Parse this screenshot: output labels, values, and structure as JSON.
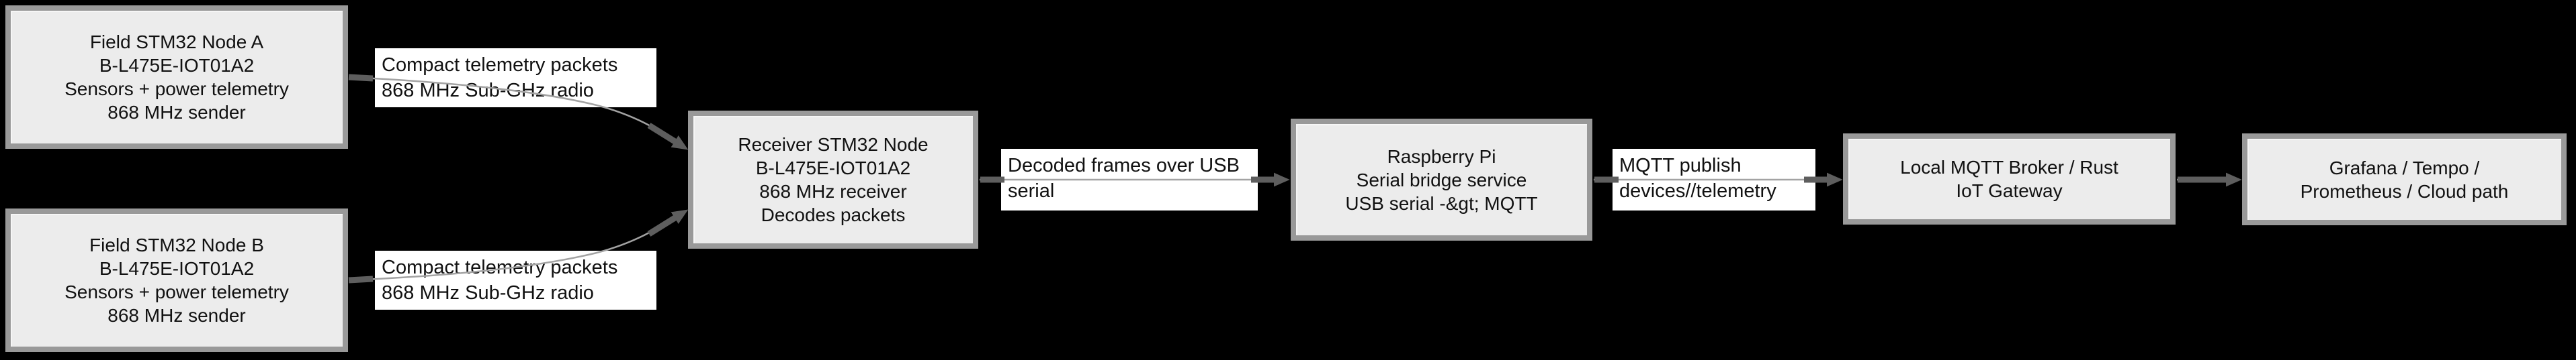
{
  "diagram": {
    "background": "#000000",
    "node_fill": "#ececec",
    "node_border": "#999999",
    "node_text_color": "#111111",
    "edge_line_color": "#a3a3a3",
    "edge_arrow_color": "#5e5e5e",
    "edge_label_bg": "#ffffff"
  },
  "nodes": [
    {
      "id": "field-stm32-node-a",
      "lines": [
        "Field STM32 Node A",
        "B-L475E-IOT01A2",
        "Sensors + power telemetry",
        "868 MHz sender"
      ]
    },
    {
      "id": "field-stm32-node-b",
      "lines": [
        "Field STM32 Node B",
        "B-L475E-IOT01A2",
        "Sensors + power telemetry",
        "868 MHz sender"
      ]
    },
    {
      "id": "receiver-stm32-node",
      "lines": [
        "Receiver STM32 Node",
        "B-L475E-IOT01A2",
        "868 MHz receiver",
        "Decodes packets"
      ]
    },
    {
      "id": "raspberry-pi",
      "lines": [
        "Raspberry Pi",
        "Serial bridge service",
        "USB serial -&gt; MQTT"
      ]
    },
    {
      "id": "local-mqtt-broker",
      "lines": [
        "Local MQTT Broker / Rust",
        "IoT Gateway"
      ]
    },
    {
      "id": "grafana-stack",
      "lines": [
        "Grafana / Tempo /",
        "Prometheus / Cloud path"
      ]
    }
  ],
  "edge_labels": [
    {
      "id": "radio-a",
      "lines": [
        "Compact telemetry packets",
        "868 MHz Sub-GHz radio"
      ]
    },
    {
      "id": "radio-b",
      "lines": [
        "Compact telemetry packets",
        "868 MHz Sub-GHz radio"
      ]
    },
    {
      "id": "usb-serial",
      "lines": [
        "Decoded frames over USB",
        "serial"
      ]
    },
    {
      "id": "mqtt-publish",
      "lines": [
        "MQTT publish",
        "devices//telemetry"
      ]
    }
  ],
  "edges": [
    {
      "from": "field-stm32-node-a",
      "to": "receiver-stm32-node",
      "label": "radio-a"
    },
    {
      "from": "field-stm32-node-b",
      "to": "receiver-stm32-node",
      "label": "radio-b"
    },
    {
      "from": "receiver-stm32-node",
      "to": "raspberry-pi",
      "label": "usb-serial"
    },
    {
      "from": "raspberry-pi",
      "to": "local-mqtt-broker",
      "label": "mqtt-publish"
    },
    {
      "from": "local-mqtt-broker",
      "to": "grafana-stack",
      "label": null
    }
  ]
}
